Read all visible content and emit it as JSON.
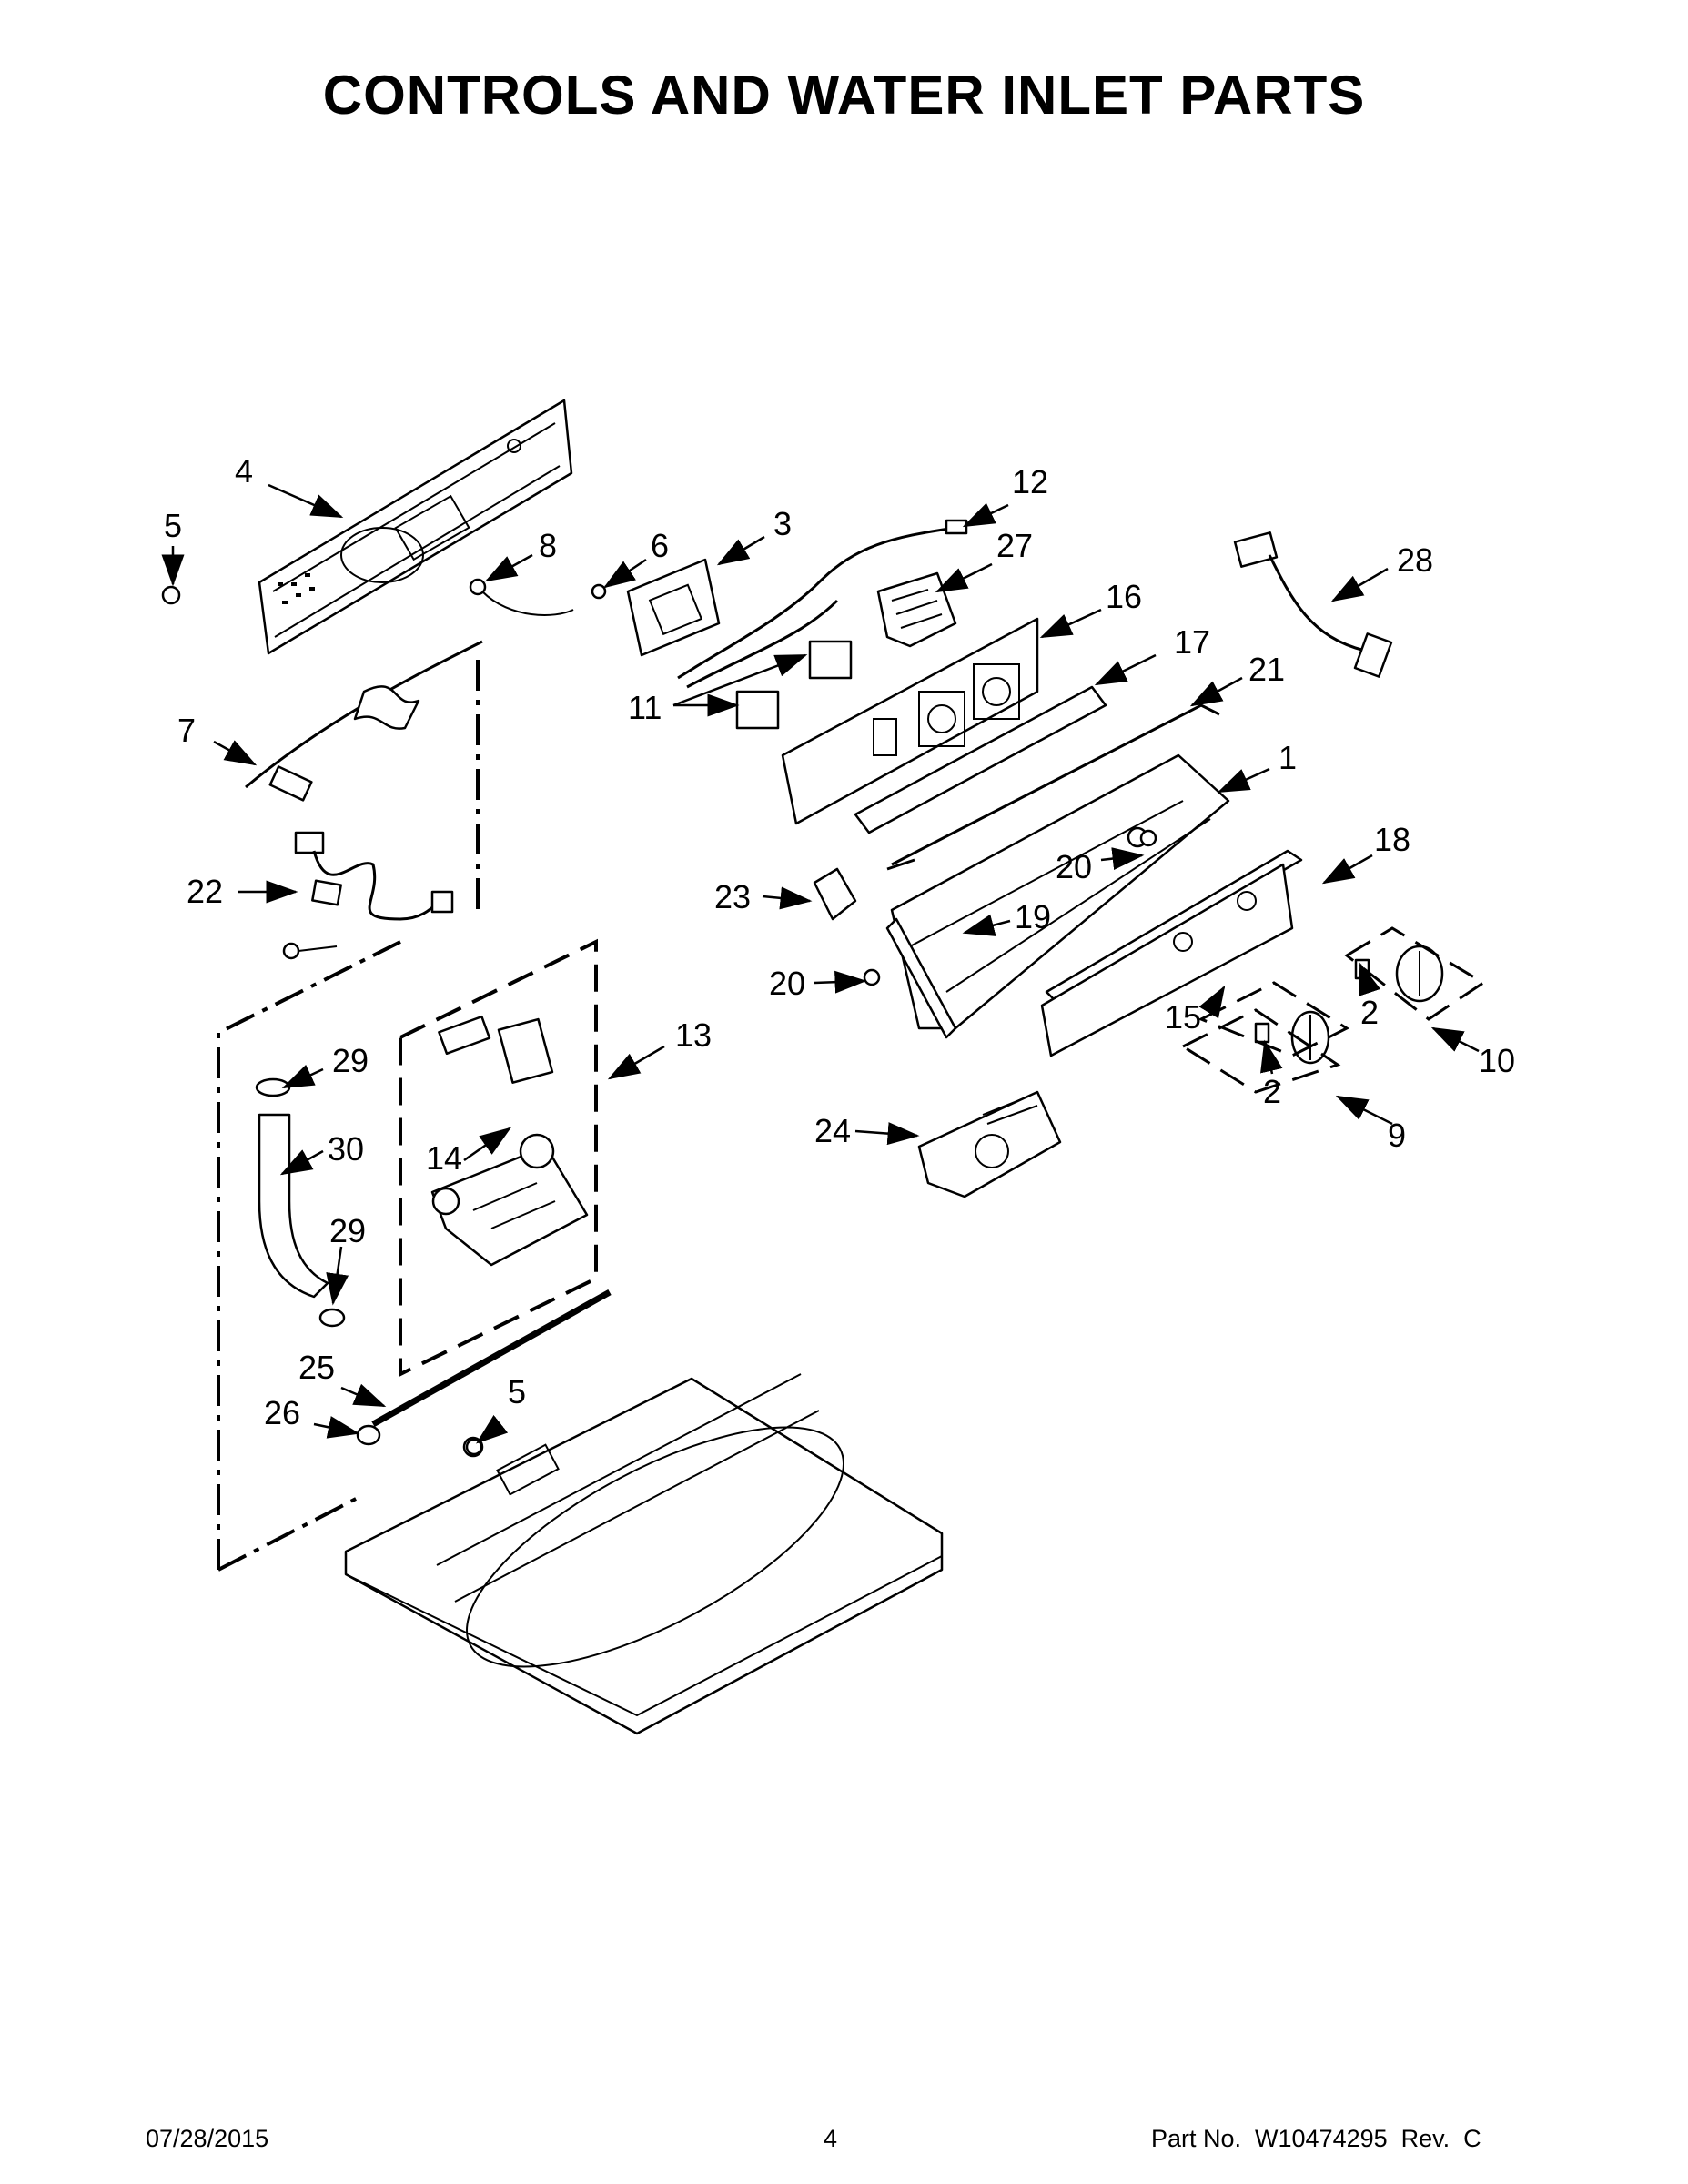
{
  "title": "CONTROLS AND WATER INLET PARTS",
  "callouts": [
    "4",
    "5",
    "8",
    "6",
    "3",
    "12",
    "27",
    "28",
    "16",
    "17",
    "21",
    "1",
    "7",
    "11",
    "22",
    "23",
    "20",
    "19",
    "18",
    "13",
    "29",
    "30",
    "14",
    "29",
    "24",
    "2",
    "10",
    "15",
    "2",
    "9",
    "25",
    "26",
    "5",
    "20"
  ],
  "footer": {
    "date": "07/28/2015",
    "page": "4",
    "part_number": "Part No.  W10474295  Rev.  C"
  }
}
